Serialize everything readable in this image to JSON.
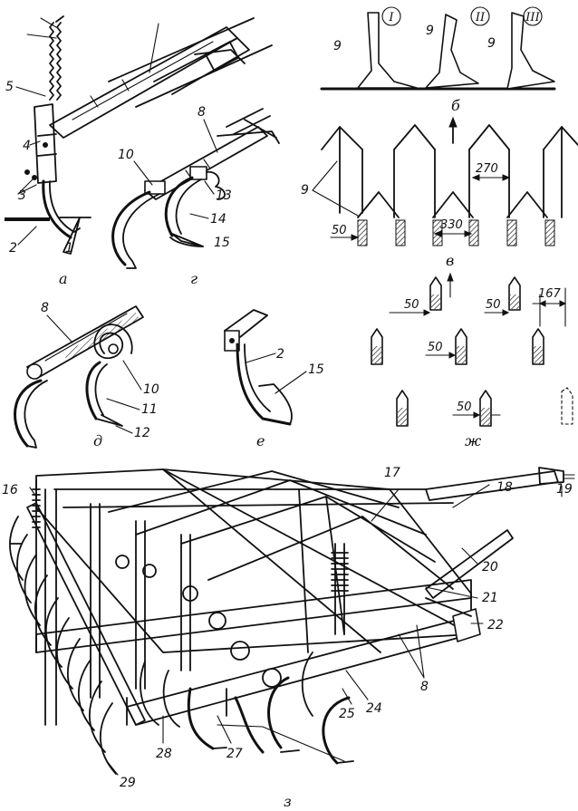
{
  "panels": {
    "a": {
      "caption": "а",
      "labels": [
        "1",
        "2",
        "3",
        "4",
        "5"
      ]
    },
    "b": {
      "caption": "б",
      "labels": [
        "9",
        "9",
        "9"
      ],
      "roman": [
        "I",
        "II",
        "III"
      ]
    },
    "v": {
      "caption": "в",
      "labels": [
        "9"
      ],
      "dims": [
        "270",
        "50",
        "330"
      ]
    },
    "g": {
      "caption": "г",
      "labels": [
        "8",
        "10",
        "13",
        "14",
        "15"
      ]
    },
    "d": {
      "caption": "д",
      "labels": [
        "8",
        "10",
        "11",
        "12"
      ]
    },
    "e": {
      "caption": "е",
      "labels": [
        "2",
        "15"
      ]
    },
    "zh": {
      "caption": "ж",
      "dims": [
        "50",
        "50",
        "167",
        "50",
        "50"
      ]
    },
    "z": {
      "caption": "з",
      "labels": [
        "16",
        "17",
        "18",
        "19",
        "20",
        "21",
        "22",
        "24",
        "25",
        "8",
        "27",
        "28",
        "29"
      ]
    }
  }
}
